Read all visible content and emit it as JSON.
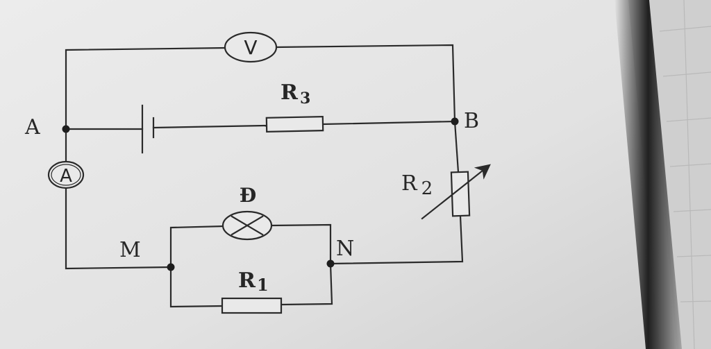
{
  "labels": {
    "node_a": "A",
    "node_b": "B",
    "node_m": "M",
    "node_n": "N",
    "voltmeter": "V",
    "ammeter": "A",
    "lamp": "Đ",
    "r1": "R",
    "r1_sub": "1",
    "r2": "R",
    "r2_sub": "2",
    "r3": "R",
    "r3_sub": "3"
  },
  "colors": {
    "paper": "#e6e6e6",
    "ink": "#2a2a2a",
    "binding_shadow": "#141414",
    "grid_paper": "#d2d2d2"
  }
}
